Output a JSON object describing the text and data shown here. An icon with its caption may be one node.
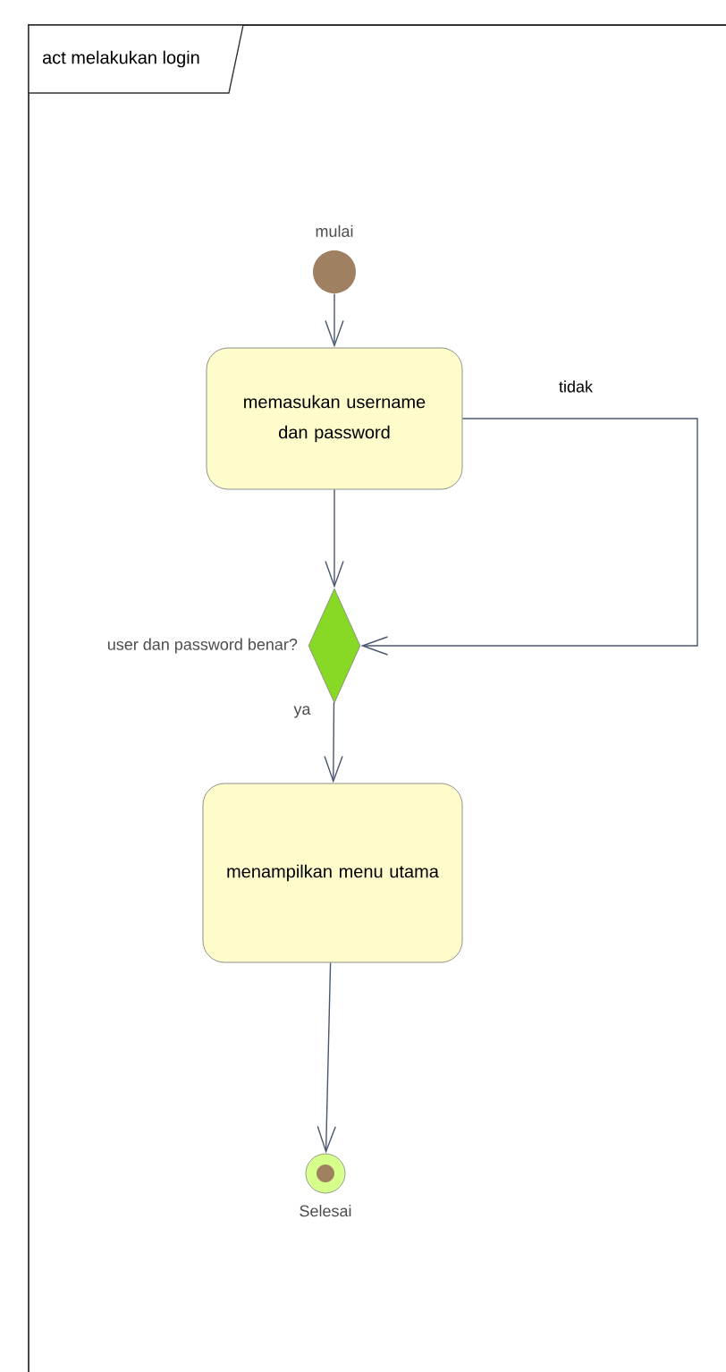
{
  "diagram": {
    "title": "act melakukan login",
    "nodes": [
      {
        "text": [],
        "shape": "circle",
        "beside": [
          "mulai"
        ]
      },
      {
        "text": [
          "memasukan username dan password"
        ]
      },
      {
        "text": [],
        "shape": "diamond",
        "beside": [
          "user dan password benar?"
        ]
      },
      {
        "text": [
          "menampilkan menu utama"
        ]
      },
      {
        "text": [],
        "shape": "circle",
        "beside": [
          "Selesai"
        ]
      }
    ],
    "edges": [
      {
        "from": 0,
        "to": 1,
        "arrow": "to"
      },
      {
        "from": 1,
        "to": 2,
        "arrow": "to"
      },
      {
        "from": 1,
        "to": 2,
        "arrow": "to",
        "label": "tidak"
      },
      {
        "from": 2,
        "to": 3,
        "arrow": "to",
        "label": "ya"
      },
      {
        "from": 3,
        "to": 4,
        "arrow": "to"
      }
    ]
  }
}
